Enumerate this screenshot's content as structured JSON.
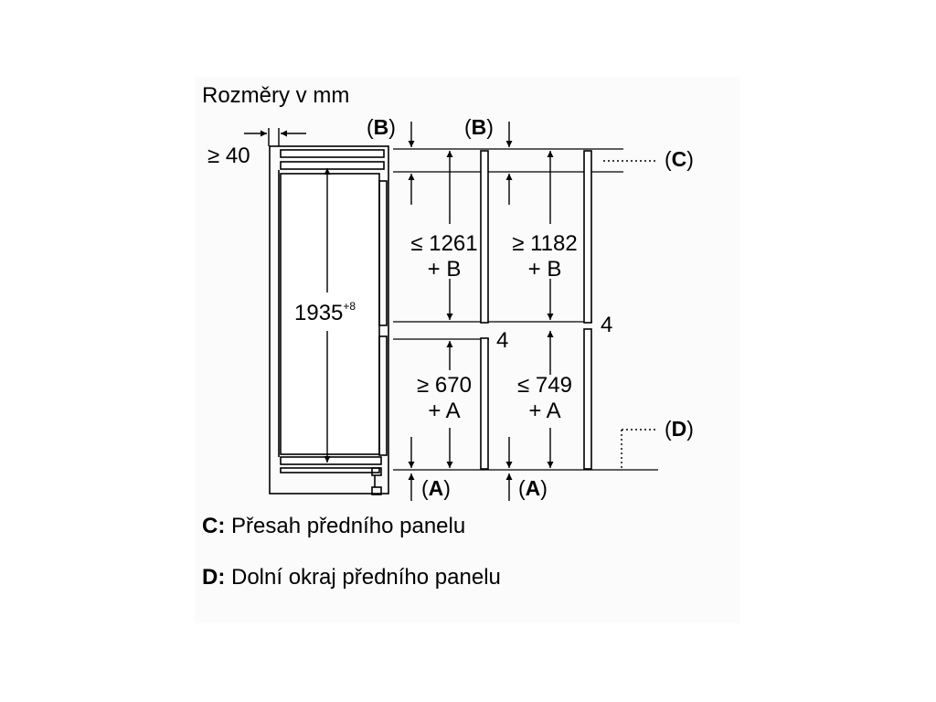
{
  "diagram": {
    "title": "Rozměry v mm",
    "gap_label": "≥ 40",
    "height_label": "1935",
    "height_tolerance": "+8",
    "niche_b_label": "B",
    "niche_a_label": "A",
    "niche_c_label": "C",
    "niche_d_label": "D",
    "left_upper": {
      "line1": "≤ 1261",
      "line2": "+ B"
    },
    "right_upper": {
      "line1": "≥ 1182",
      "line2": "+ B"
    },
    "left_lower": {
      "line1": "≥ 670",
      "line2": "+ A"
    },
    "right_lower": {
      "line1": "≤ 749",
      "line2": "+ A"
    },
    "gap_left": "4",
    "gap_right": "4"
  },
  "legend": [
    {
      "key": "C:",
      "text": "Přesah předního panelu"
    },
    {
      "key": "D:",
      "text": "Dolní okraj předního panelu"
    }
  ]
}
